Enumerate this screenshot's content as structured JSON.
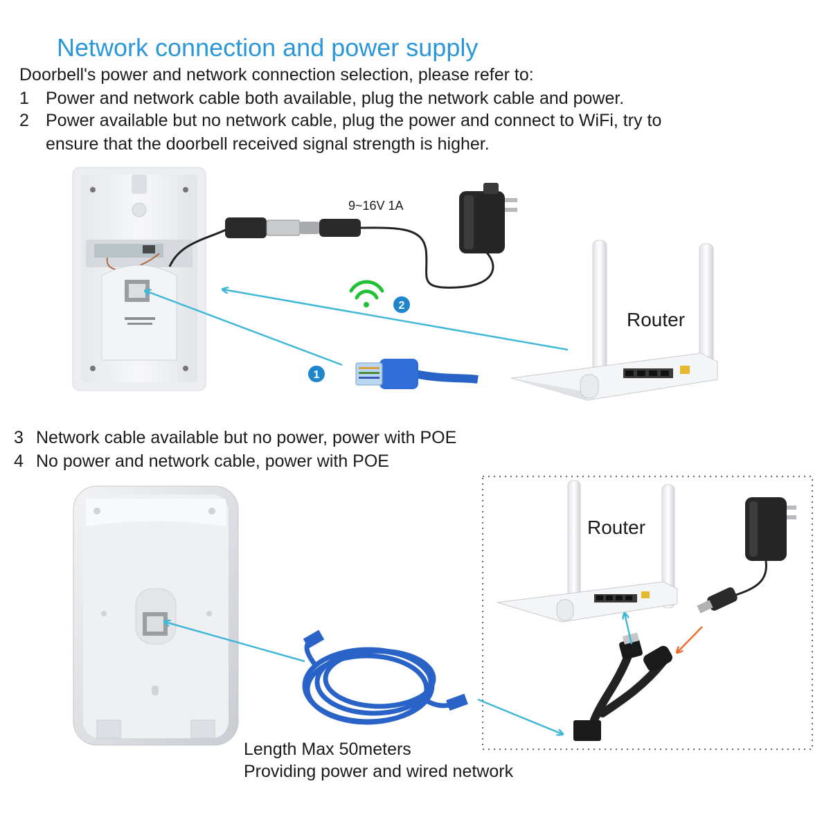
{
  "title": "Network connection and power supply",
  "intro": "Doorbell's power and network connection selection, please refer to:",
  "options": [
    {
      "num": "1",
      "text": "Power and network cable both available, plug the network cable and power."
    },
    {
      "num": "2",
      "text": "Power available but no network cable, plug the power and connect to WiFi, try to",
      "text_cont": "ensure that the doorbell received signal strength is higher."
    },
    {
      "num": "3",
      "text": "Network cable available but no power,  power with POE"
    },
    {
      "num": "4",
      "text": "No power and network cable,  power with POE"
    }
  ],
  "diagram_top": {
    "adapter_label": "9~16V 1A",
    "router_label": "Router",
    "badge_1": "1",
    "badge_2": "2"
  },
  "diagram_bottom": {
    "router_label": "Router",
    "cable_note_1": "Length Max 50meters",
    "cable_note_2": "Providing power and wired network"
  },
  "colors": {
    "title": "#2a97d8",
    "arrow_blue": "#3fb7d6",
    "arrow_orange": "#ee6a2e",
    "cable_blue": "#2a63c7",
    "wifi_green": "#22c036",
    "badge_blue": "#1f86cc"
  }
}
